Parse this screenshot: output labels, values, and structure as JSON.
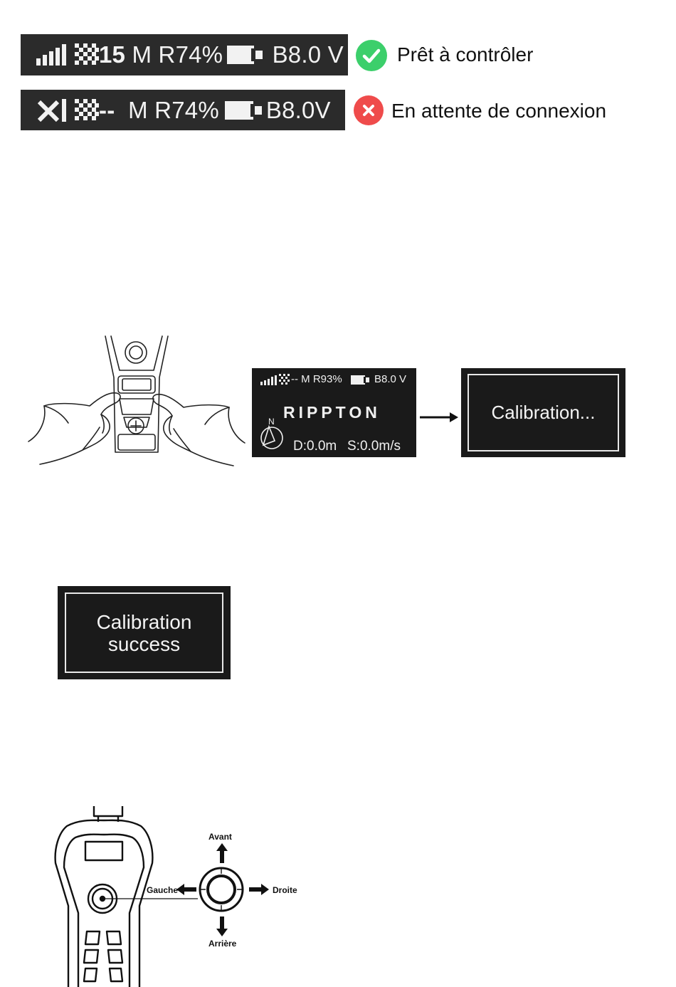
{
  "status_ready": {
    "sat_count": "15",
    "mode_text": " M R74%",
    "battery_text": " B8.0 V",
    "label": "Prêt à contrôler",
    "icon": "check-circle-icon",
    "icon_color": "#3ccf6b"
  },
  "status_waiting": {
    "sat_count": "--",
    "mode_text": "  M R74%",
    "battery_text": "B8.0V",
    "label": "En attente de connexion",
    "icon": "x-circle-icon",
    "icon_color": "#ef4b4b"
  },
  "main_screen": {
    "status_text": "-- M R93%",
    "battery_text": "B8.0 V",
    "brand": "RIPPTON",
    "distance": "D:0.0m",
    "speed": "S:0.0m/s",
    "compass_letter": "N"
  },
  "calibrating_screen": {
    "text": "Calibration..."
  },
  "success_screen": {
    "line1": "Calibration",
    "line2": "success"
  },
  "joystick": {
    "up": "Avant",
    "down": "Arrière",
    "left": "Gauche",
    "right": "Droite"
  },
  "colors": {
    "screen_bg": "#1a1a1a",
    "status_bg": "#2b2b2b",
    "ready": "#3ccf6b",
    "error": "#ef4b4b"
  }
}
